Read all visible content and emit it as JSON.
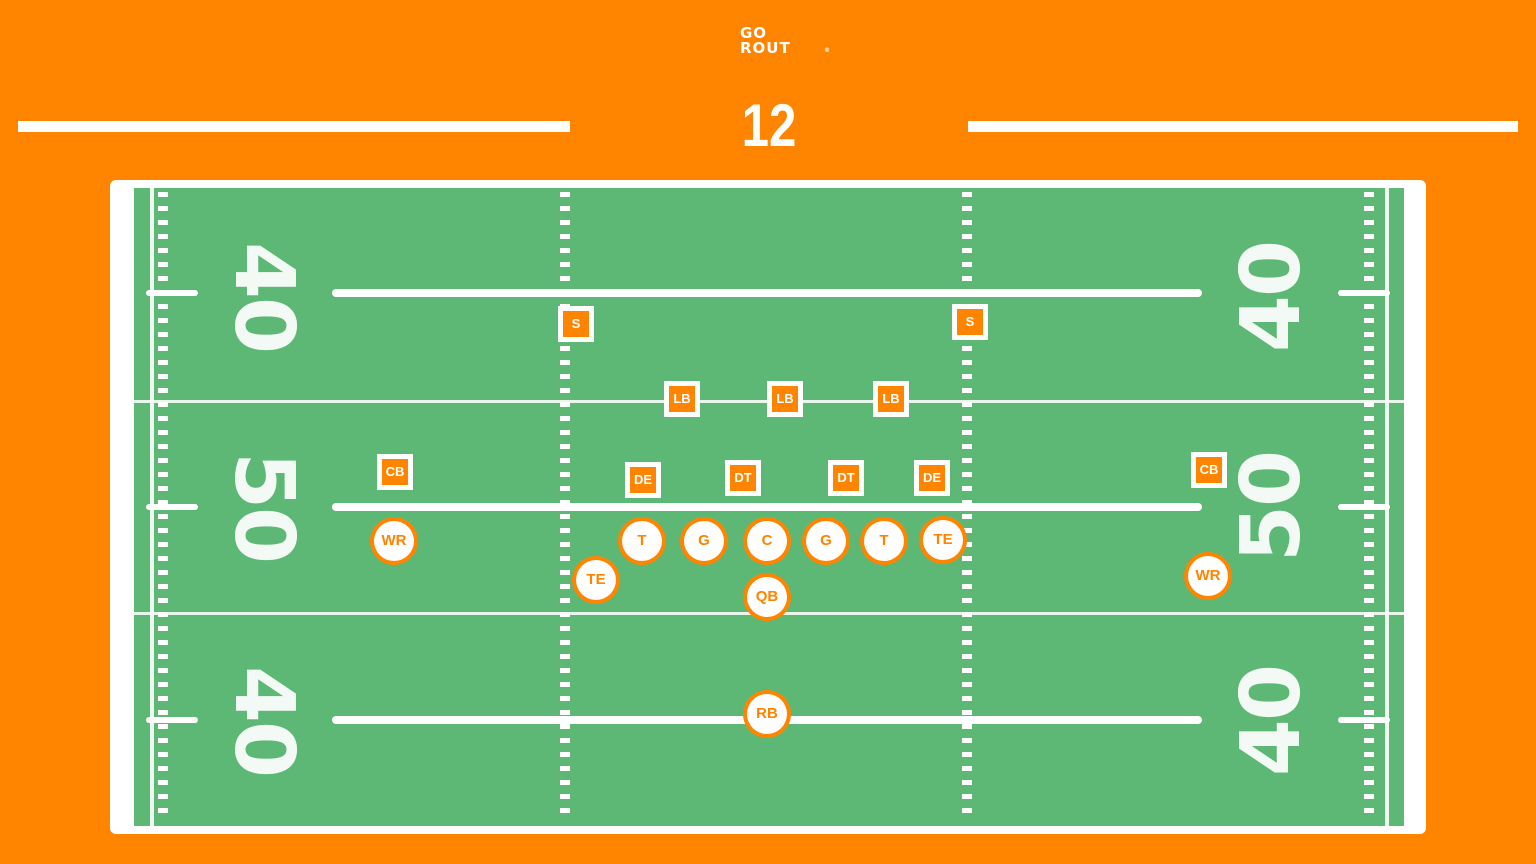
{
  "logo": {
    "line1": "GO",
    "line2": "ROUT",
    "mark": "®"
  },
  "title": "12 PERSONNEL",
  "colors": {
    "background": "#FF8400",
    "field": "#5DB876",
    "lines": "#FFFFFF"
  },
  "yard_numbers": {
    "top": "40",
    "middle": "50",
    "bottom": "40"
  },
  "defense": {
    "safeties": [
      "S",
      "S"
    ],
    "linebackers": [
      "LB",
      "LB",
      "LB"
    ],
    "cornerbacks": [
      "CB",
      "CB"
    ],
    "line": [
      "DE",
      "DT",
      "DT",
      "DE"
    ]
  },
  "offense": {
    "line": [
      "T",
      "G",
      "C",
      "G",
      "T"
    ],
    "tight_ends": [
      "TE",
      "TE"
    ],
    "receivers": [
      "WR",
      "WR"
    ],
    "quarterback": "QB",
    "running_back": "RB"
  }
}
